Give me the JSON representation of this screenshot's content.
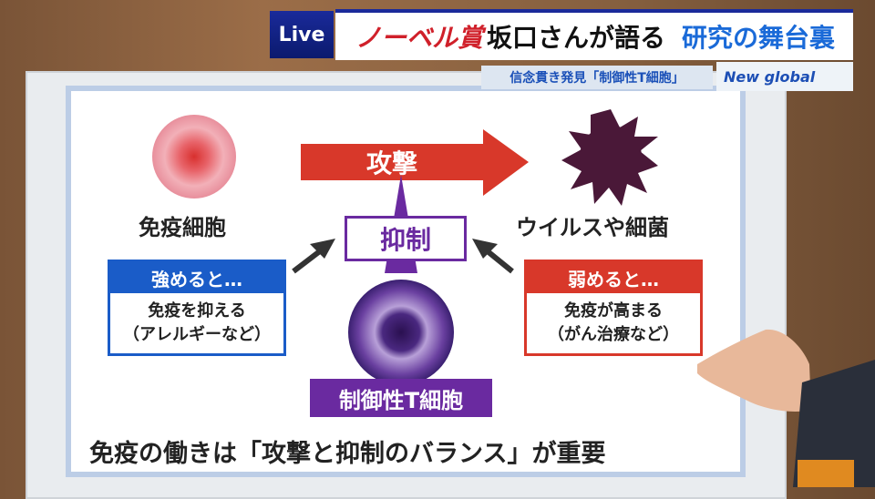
{
  "ticker": {
    "live": "Live",
    "title_red": "ノーベル賞",
    "title_black": "坂口さんが語る",
    "title_blue": "研究の舞台裏",
    "subtitle": "信念貫き発見「制御性T細胞」",
    "logo": "New global"
  },
  "board": {
    "attack": "攻撃",
    "suppress": "抑制",
    "immune_cell": "免疫細胞",
    "virus": "ウイルスや細菌",
    "treg": "制御性T細胞",
    "left": {
      "header": "強めると…",
      "line1": "免疫を抑える",
      "line2": "（アレルギーなど）"
    },
    "right": {
      "header": "弱めると…",
      "line1": "免疫が高まる",
      "line2": "（がん治療など）"
    },
    "bottom": "免疫の働きは「攻撃と抑制のバランス」が重要"
  },
  "colors": {
    "blue": "#1a5cc8",
    "red": "#d8382a",
    "purple": "#6a2aa0"
  }
}
